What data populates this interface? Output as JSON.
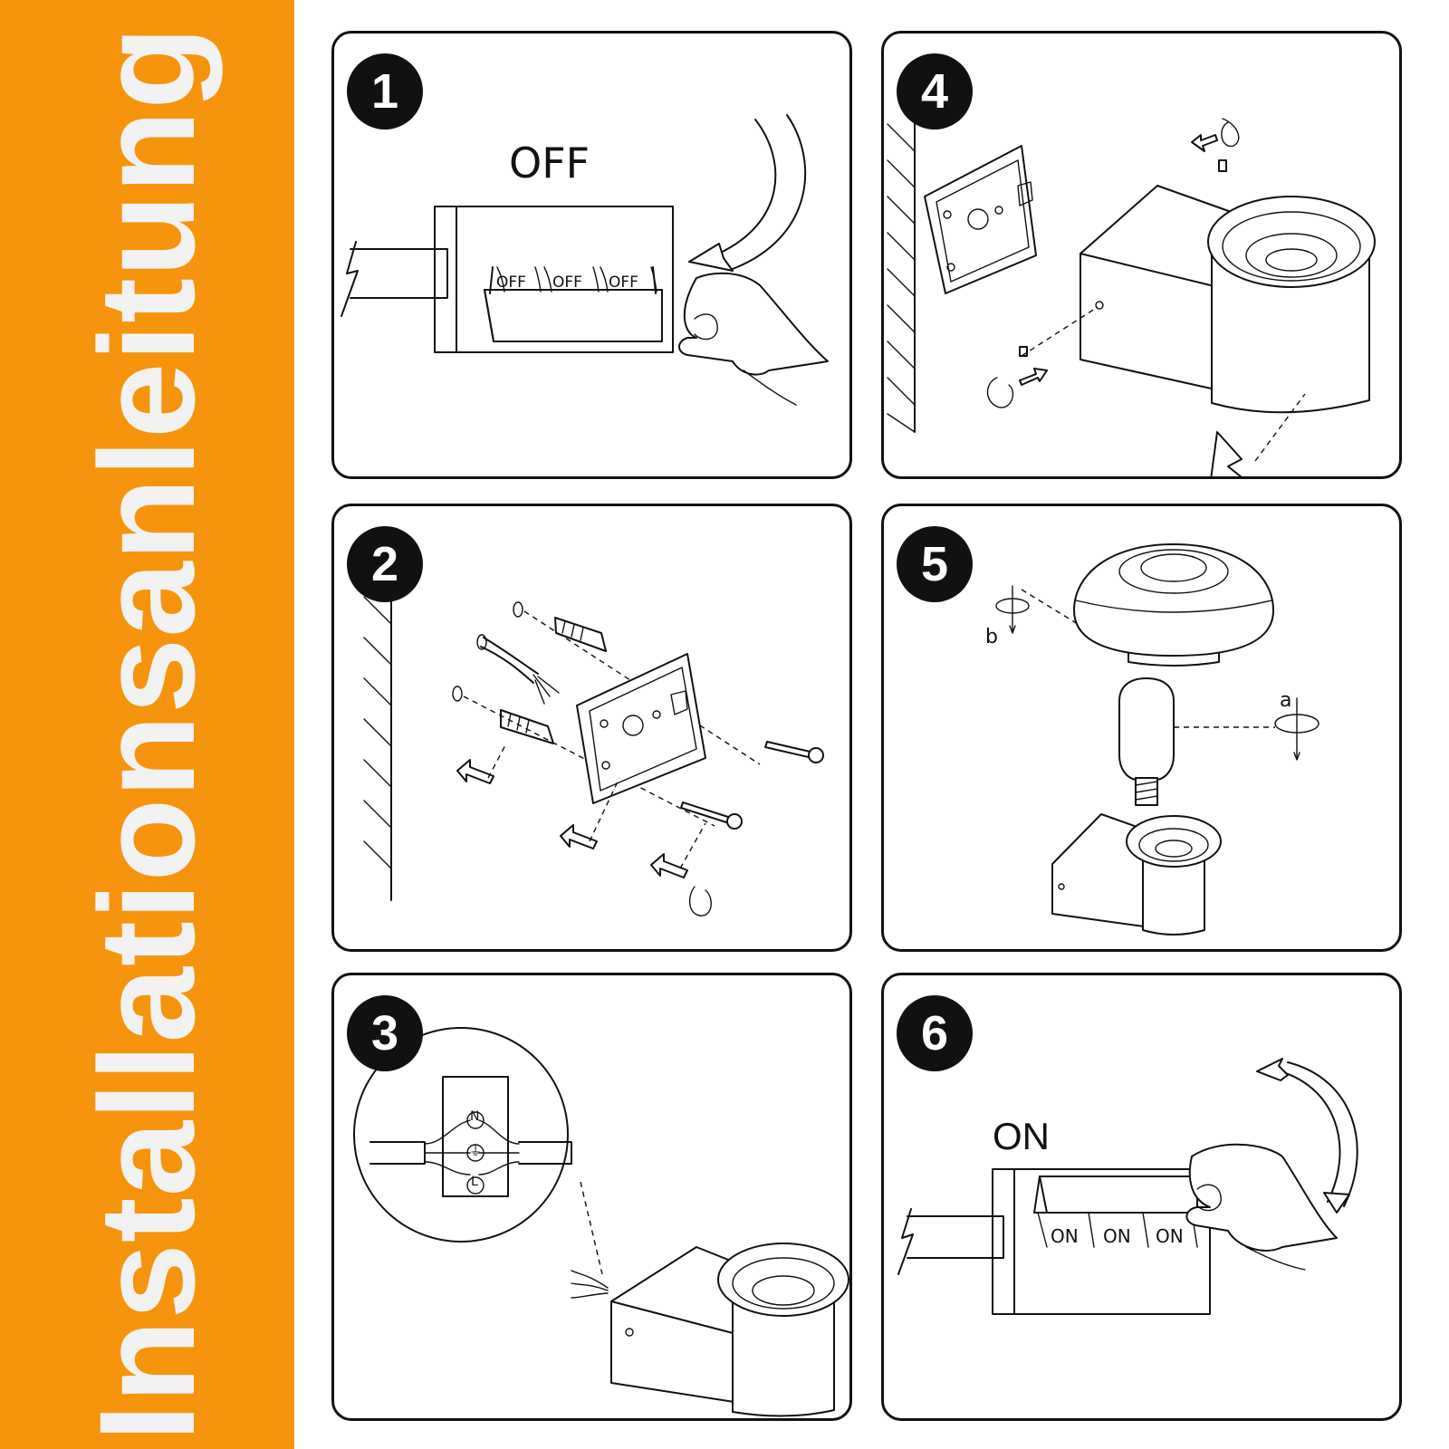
{
  "title": "Installationsanleitung",
  "colors": {
    "sidebar": "#f7940d",
    "title_text": "#f2f2f2",
    "line": "#111111"
  },
  "steps": [
    {
      "number": "1",
      "label": "OFF",
      "switch_labels": [
        "OFF",
        "OFF",
        "OFF"
      ]
    },
    {
      "number": "2"
    },
    {
      "number": "3",
      "terminal_labels": [
        "N",
        "⏚",
        "L"
      ]
    },
    {
      "number": "4"
    },
    {
      "number": "5",
      "rotation_labels": [
        "b",
        "a"
      ]
    },
    {
      "number": "6",
      "label": "ON",
      "switch_labels": [
        "ON",
        "ON",
        "ON"
      ]
    }
  ],
  "icons": [
    "hand-icon",
    "curved-arrow-icon",
    "wall-hatch-icon",
    "screw-icon",
    "wall-plug-icon",
    "mounting-plate-icon",
    "lamp-body-icon",
    "bulb-icon",
    "shade-icon",
    "rotate-icon",
    "terminal-block-icon"
  ]
}
